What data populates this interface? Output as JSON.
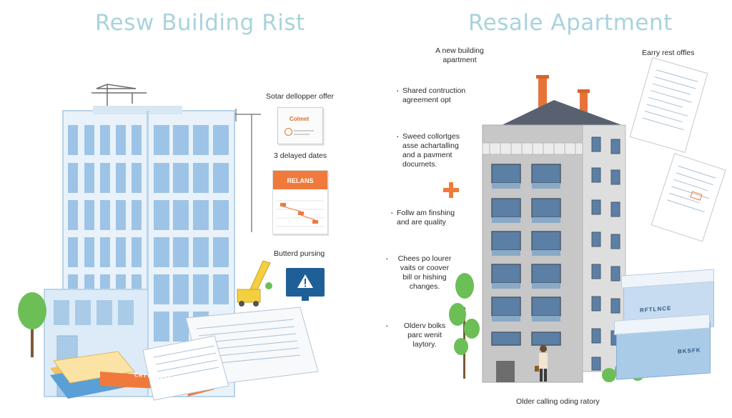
{
  "left": {
    "title": "Resw Building Rist",
    "labels": {
      "developer_offer": "Sotar dellopper offer",
      "doc_header": "Colmet",
      "delayed_dates": "3 delayed dates",
      "calendar_header": "RELANS",
      "buttered_pursing": "Butterd pursing",
      "arrow_text": "CRTY  SIOVE  RRTEY"
    }
  },
  "right": {
    "title": "Resale Apartment",
    "labels": {
      "new_building": "A new building\napartment",
      "early_offices": "Earry rest offles",
      "shared": "Shared contruction\nagreement opt",
      "sweed": "Sweed collortges\nasse achartalling\nand a pavment\ndocumets.",
      "follow": "Follw am finshing\nand are quality",
      "chees": "Chees po lourer\nvaits or coover\nbill or hishing\nchanges.",
      "older_books": "Olderv bolks\nparс wenit\nlaytory.",
      "bottom_caption": "Older calling oding ratory",
      "box_top": "RFTLNCE",
      "box_bottom": "BKSFK"
    }
  },
  "colors": {
    "title": "#a9d3dc",
    "orange": "#f07a3c",
    "building_blue": "#a9cbe8",
    "tower_gray": "#c7c7c7",
    "roof": "#596170",
    "tree_green": "#6cbf57"
  }
}
